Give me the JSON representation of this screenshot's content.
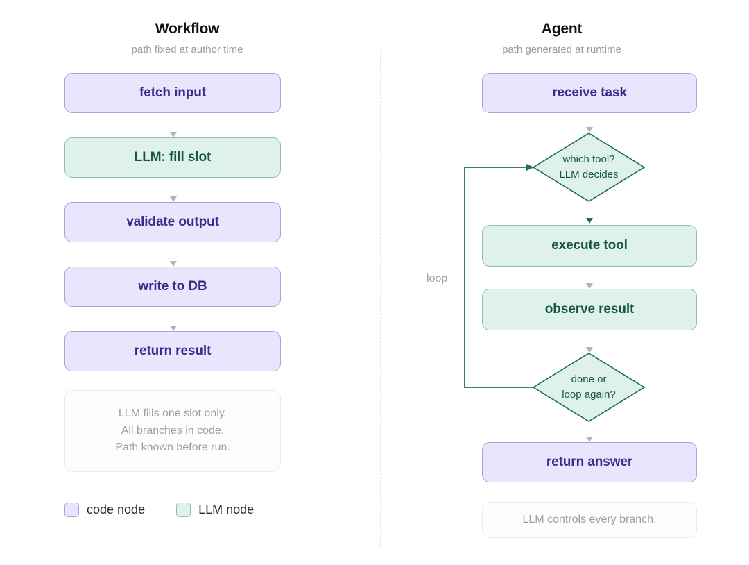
{
  "diagram": {
    "columns": [
      {
        "id": "workflow",
        "title": "Workflow",
        "subtitle": "path fixed at author time",
        "nodes": [
          {
            "label": "fetch input",
            "kind": "code"
          },
          {
            "label": "LLM: fill slot",
            "kind": "llm"
          },
          {
            "label": "validate output",
            "kind": "code"
          },
          {
            "label": "write to DB",
            "kind": "code"
          },
          {
            "label": "return result",
            "kind": "code"
          }
        ],
        "note": [
          "LLM fills one slot only.",
          "All branches in code.",
          "Path known before run."
        ]
      },
      {
        "id": "agent",
        "title": "Agent",
        "subtitle": "path generated at runtime",
        "nodes": [
          {
            "label": "receive task",
            "kind": "code"
          },
          {
            "label": "execute tool",
            "kind": "llm"
          },
          {
            "label": "observe result",
            "kind": "llm"
          },
          {
            "label": "return answer",
            "kind": "code"
          }
        ],
        "decisions": [
          {
            "line1": "which tool?",
            "line2": "LLM decides"
          },
          {
            "line1": "done or",
            "line2": "loop again?"
          }
        ],
        "loop_label": "loop",
        "note": [
          "LLM controls every branch."
        ]
      }
    ],
    "legend": [
      {
        "label": "code node",
        "kind": "code"
      },
      {
        "label": "LLM node",
        "kind": "llm"
      }
    ],
    "colors": {
      "code_fill": "#e8e5fc",
      "code_border": "#a9a3d8",
      "code_text": "#3b2a8c",
      "llm_fill": "#dff2ea",
      "llm_border": "#8fbfac",
      "llm_text": "#15573f",
      "arrow_gray": "#b3b3b3",
      "arrow_green": "#1f6e52",
      "muted_text": "#9e9e9e",
      "divider": "#e2e2e2",
      "background": "#ffffff"
    }
  }
}
